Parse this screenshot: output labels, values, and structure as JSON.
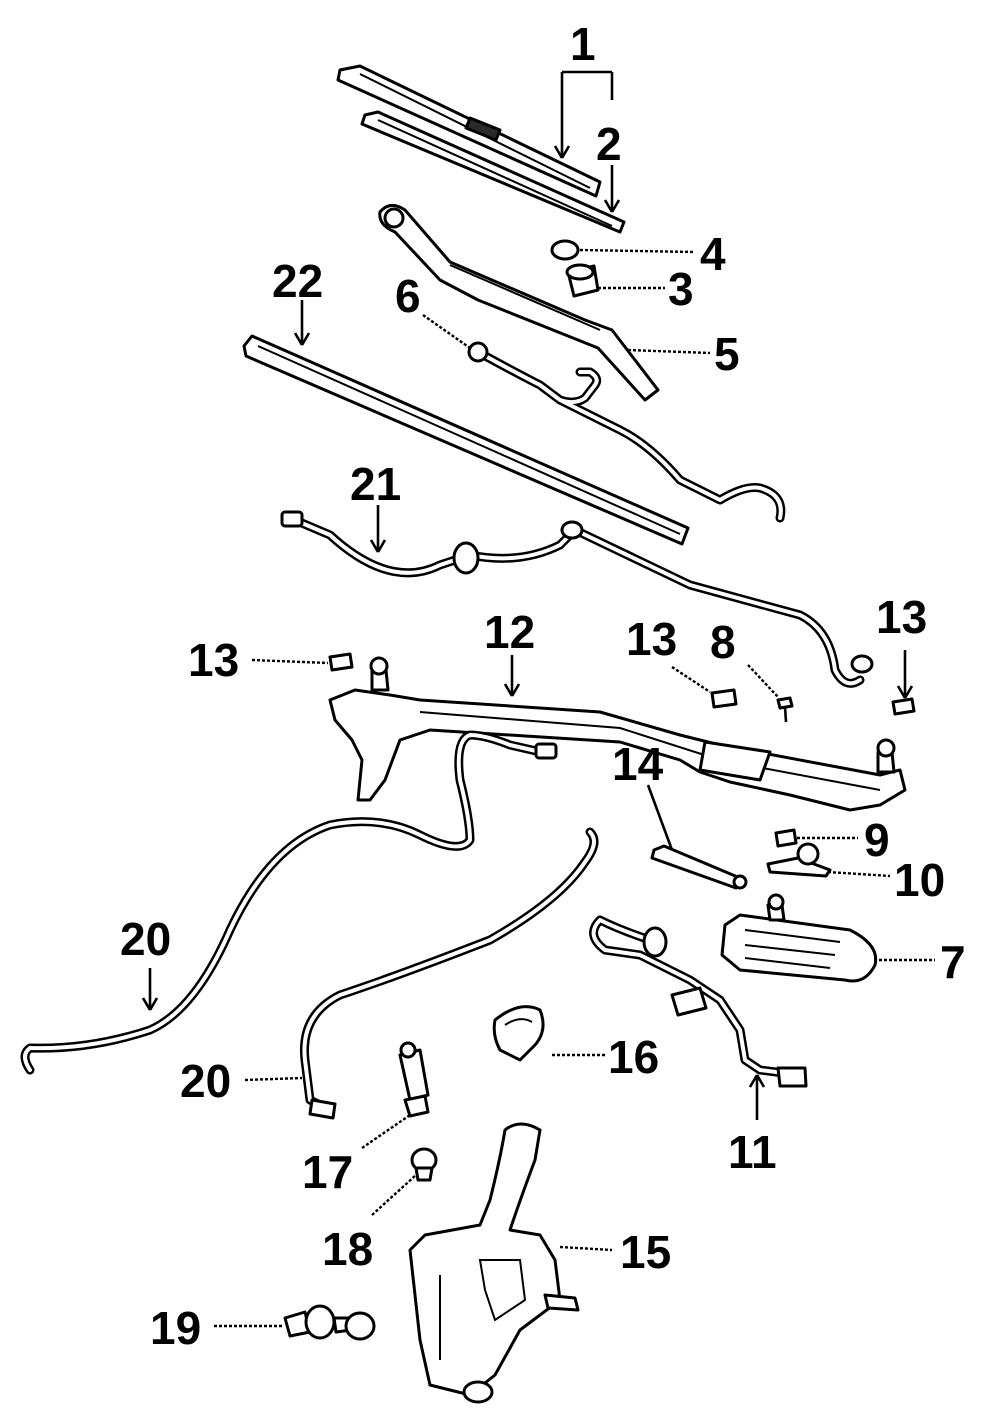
{
  "callouts": {
    "c1": "1",
    "c2": "2",
    "c3": "3",
    "c4": "4",
    "c5": "5",
    "c6": "6",
    "c7": "7",
    "c8": "8",
    "c9": "9",
    "c10": "10",
    "c11": "11",
    "c12": "12",
    "c13a": "13",
    "c13b": "13",
    "c13c": "13",
    "c14": "14",
    "c15": "15",
    "c16": "16",
    "c17": "17",
    "c18": "18",
    "c19": "19",
    "c20a": "20",
    "c20b": "20",
    "c21": "21",
    "c22": "22"
  }
}
